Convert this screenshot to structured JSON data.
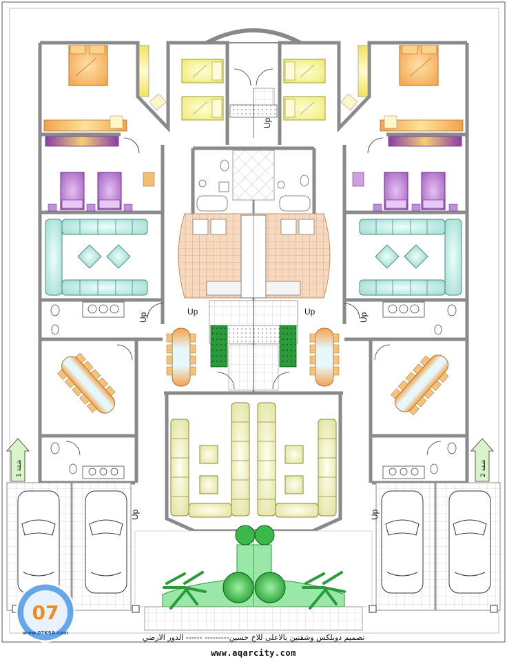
{
  "caption": {
    "title_ar": "تصميم دوبلكس وشقتين بالاعلى للاخ حسين---------",
    "floor_ar": "------ الدور الارضي"
  },
  "website": "www.aqarcity.com",
  "labels": {
    "up": "Up",
    "apt1": "شقة 1",
    "apt2": "شقة 2"
  },
  "logo": {
    "number": "07",
    "site": "www.07KSA.com"
  },
  "colors": {
    "wall": "#8a8a8a",
    "bed_master": "#f6b35a",
    "bed_twin": "#f2f07a",
    "bed_purple": "#b57ac8",
    "sofa_teal": "#b7e6df",
    "sofa_yellow": "#eef0b0",
    "dining_table": "#d8f0f4",
    "chairs": "#f6c37a",
    "green_stairs": "#2a9a3a",
    "floor_tile": "#f0c8a8",
    "garden": "#9ae8a8"
  }
}
